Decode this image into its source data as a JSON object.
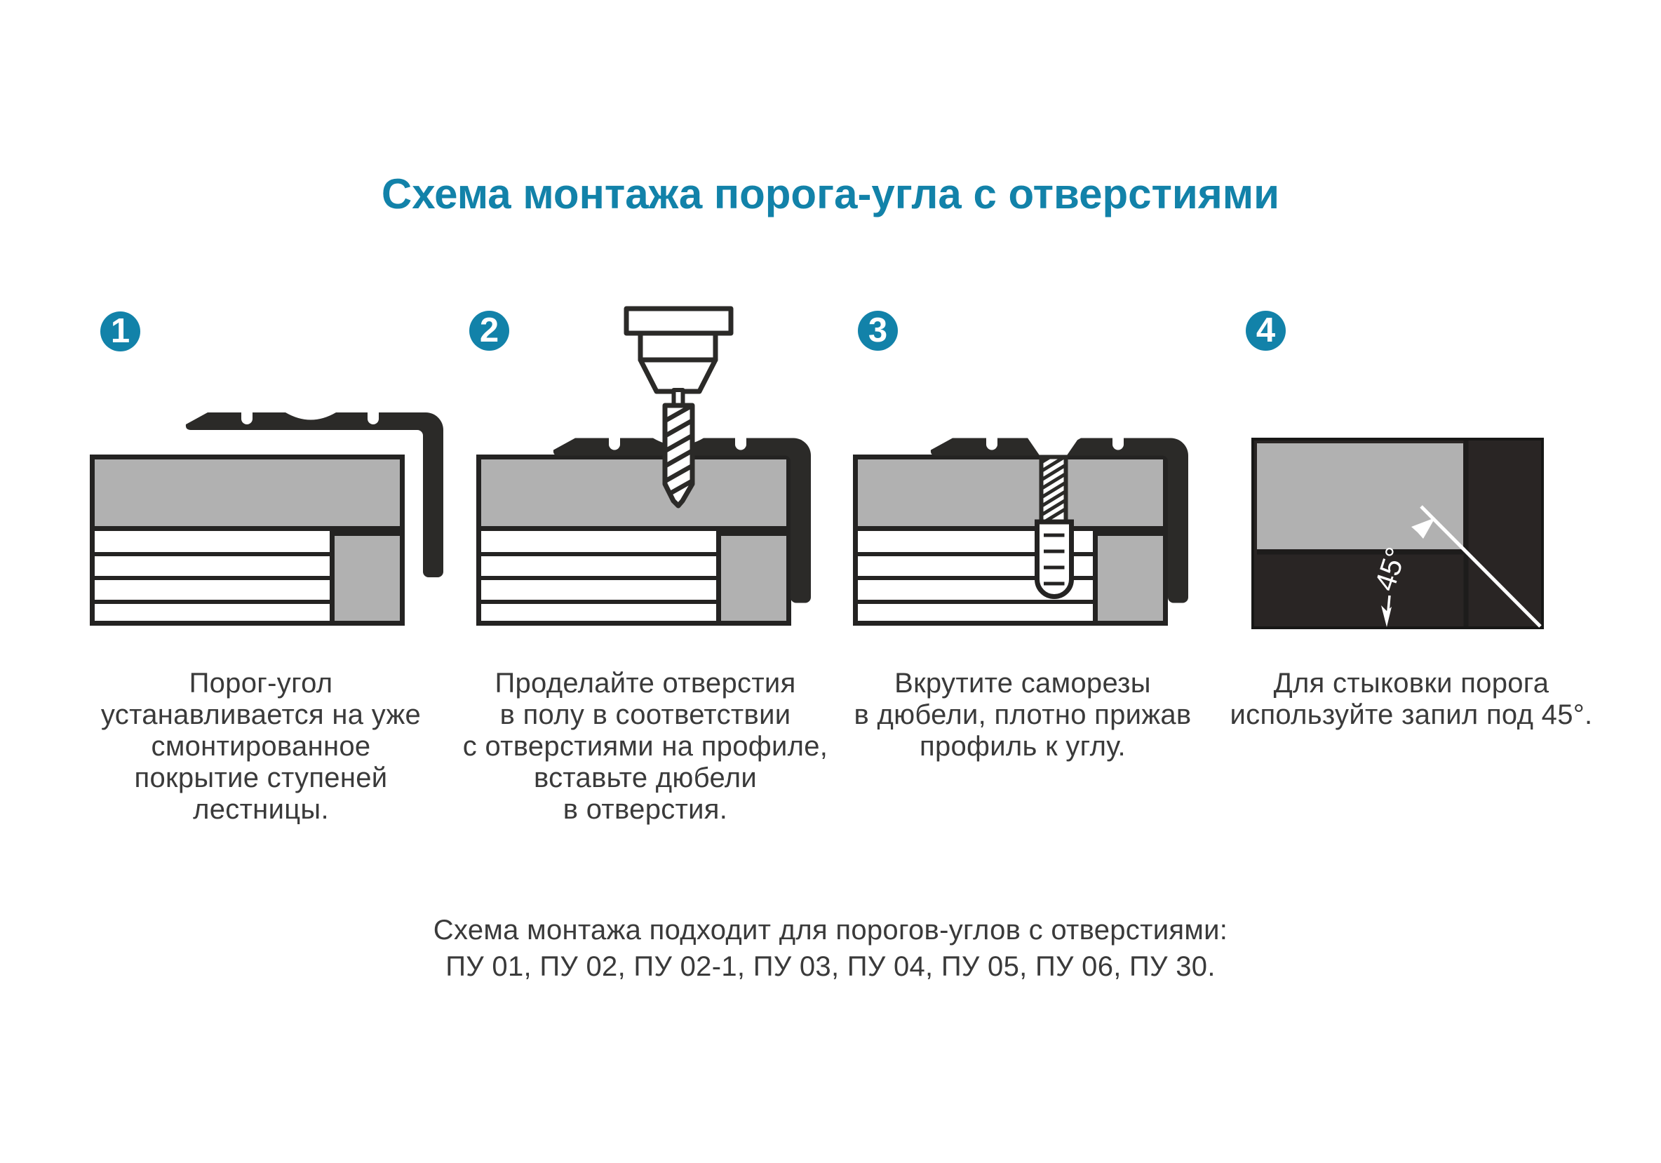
{
  "title": "Схема монтажа порога-угла с отверстиями",
  "steps": [
    {
      "number": "1",
      "caption": "Порог-угол\nустанавливается на уже\nсмонтированное\nпокрытие ступеней\nлестницы."
    },
    {
      "number": "2",
      "caption": "Проделайте отверстия\nв полу в соответствии\nс отверстиями на профиле,\nвставьте дюбели\nв отверстия."
    },
    {
      "number": "3",
      "caption": "Вкрутите саморезы\nв дюбели, плотно прижав\nпрофиль к углу."
    },
    {
      "number": "4",
      "caption": "Для стыковки порога\nиспользуйте запил под 45°.",
      "angle_label": "45°"
    }
  ],
  "note": "Схема монтажа подходит для порогов-углов с отверстиями:\nПУ 01, ПУ 02, ПУ 02-1, ПУ 03, ПУ 04, ПУ 05, ПУ 06, ПУ 30.",
  "colors": {
    "accent_teal": "#1282a9",
    "diagram_dark": "#2b2a28",
    "diagram_gray": "#b1b1b1",
    "text_dark": "#3a3a3a",
    "background": "#ffffff"
  }
}
